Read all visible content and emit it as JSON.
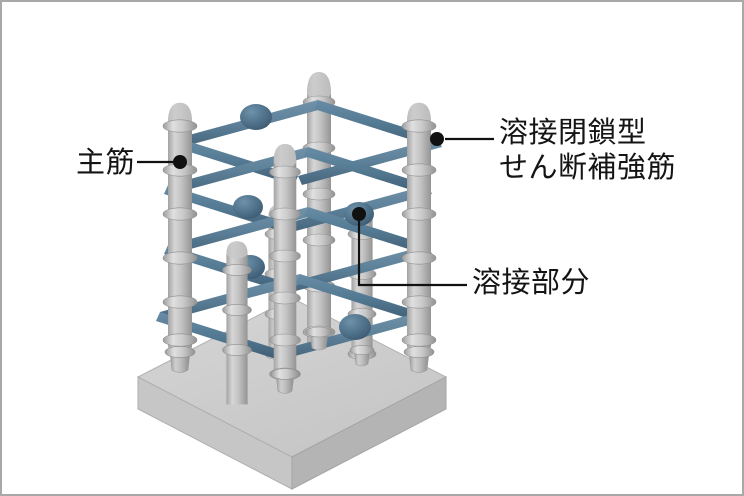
{
  "figure": {
    "title_alt": "溶接閉鎖型せん断補強筋 構造図",
    "background_color": "#ffffff",
    "border_color": "#a8a8a8"
  },
  "labels": {
    "main_bar": {
      "text": "主筋",
      "leader": "horizontal-line-right-to-dot",
      "dot_color": "#111111"
    },
    "shear_reinforcement": {
      "line1": "溶接閉鎖型",
      "line2": "せん断補強筋",
      "leader": "horizontal-line-left-to-dot",
      "dot_color": "#111111"
    },
    "weld_part": {
      "text": "溶接部分",
      "leader": "elbow-line-down-then-right-to-dot",
      "dot_color": "#111111"
    }
  },
  "colors": {
    "rebar_light": "#d2d2d2",
    "rebar_mid": "#b9b9b9",
    "rebar_dark": "#9b9b9b",
    "rib_light": "#dcdcdc",
    "rib_dark": "#a6a6a6",
    "tie_top": "#6b90a8",
    "tie_face": "#5a7f98",
    "tie_side": "#4a6b82",
    "weld_blob": "#4b6d85",
    "slab_top": "#cfcfcf",
    "slab_front": "#c3c3c3",
    "slab_side": "#b3b3b3",
    "slab_edge": "#a5a5a5",
    "leader_line": "#111111"
  },
  "structure": {
    "view": "isometric",
    "hoop_levels": 4,
    "vertical_bars": 8,
    "weld_joints_visible": 4,
    "base": "concrete-slab"
  }
}
